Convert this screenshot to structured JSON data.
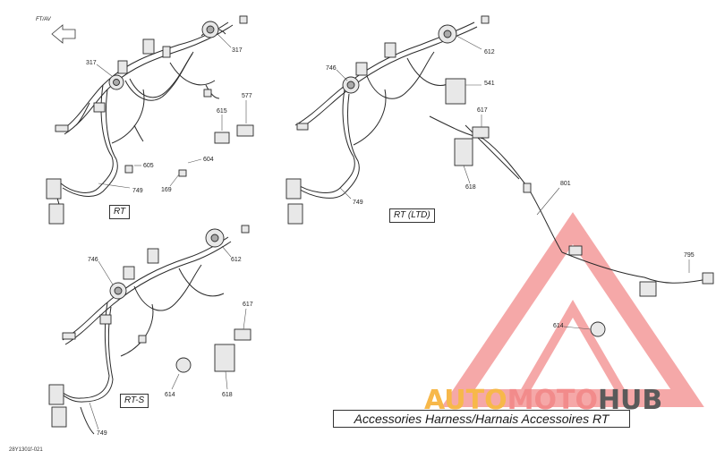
{
  "direction_label": "FT/AV",
  "part_labels": {
    "p317a": "317",
    "p317b": "317",
    "p577": "577",
    "p615": "615",
    "p604": "604",
    "p605": "605",
    "p169": "169",
    "p749a": "749",
    "p746b": "746",
    "p612b": "612",
    "p541": "541",
    "p617b": "617",
    "p618b": "618",
    "p749b": "749",
    "p801": "801",
    "p795": "795",
    "p614b": "614",
    "p746c": "746",
    "p612c": "612",
    "p617c": "617",
    "p614c": "614",
    "p618c": "618",
    "p749c": "749"
  },
  "variant_labels": {
    "rt": "RT",
    "rt_ltd": "RT (LTD)",
    "rt_s": "RT-S"
  },
  "title": "Accessories Harness/Harnais Accessoires RT",
  "drawing_code": "28Y1301f-021",
  "watermark": {
    "part1": "AUTO",
    "part2": "MOTO",
    "part3": "HUB",
    "colors": {
      "auto": "#f7b84a",
      "moto": "#f28b8b",
      "hub": "#5a5a5a",
      "triangle": "#f28b8b"
    }
  }
}
